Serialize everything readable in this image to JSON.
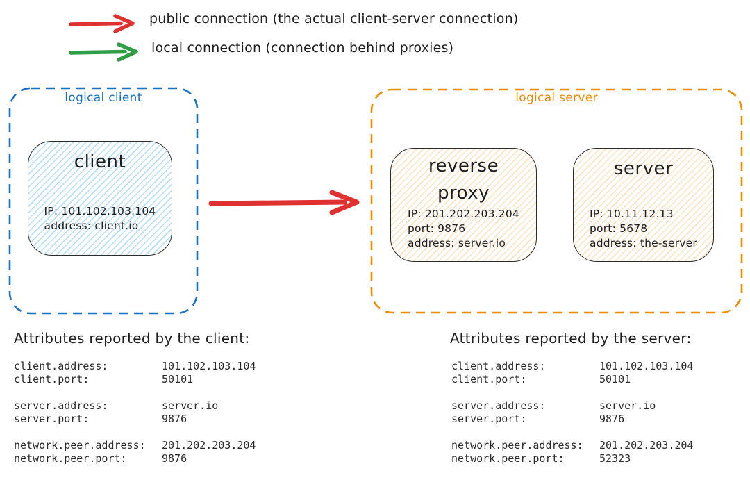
{
  "legend": {
    "items": [
      {
        "icon": "red-arrow-right",
        "color": "#e03131",
        "label": "public connection (the actual client-server connection)"
      },
      {
        "icon": "green-arrow-right",
        "color": "#2f9e44",
        "label": "local connection (connection behind proxies)"
      }
    ]
  },
  "logical_client": {
    "label": "logical client",
    "border_color": "#1971c2",
    "nodes": [
      {
        "title": "client",
        "fill_color": "#a5d8ff",
        "lines": [
          "IP: 101.102.103.104",
          "address: client.io"
        ]
      }
    ]
  },
  "logical_server": {
    "label": "logical server",
    "border_color": "#f08c00",
    "nodes": [
      {
        "title": "reverse\nproxy",
        "fill_color": "#ffd8a8",
        "lines": [
          "IP: 201.202.203.204",
          "port: 9876",
          "address: server.io"
        ]
      },
      {
        "title": "server",
        "fill_color": "#ffd8a8",
        "lines": [
          "IP: 10.11.12.13",
          "port: 5678",
          "address: the-server"
        ]
      }
    ]
  },
  "connection": {
    "type": "public",
    "color": "#e03131",
    "from": "client",
    "to": "logical server"
  },
  "client_attributes": {
    "heading": "Attributes reported by the client:",
    "groups": [
      [
        {
          "key": "client.address:",
          "value": "101.102.103.104"
        },
        {
          "key": "client.port:",
          "value": "50101"
        }
      ],
      [
        {
          "key": "server.address:",
          "value": "server.io"
        },
        {
          "key": "server.port:",
          "value": "9876"
        }
      ],
      [
        {
          "key": "network.peer.address:",
          "value": "201.202.203.204"
        },
        {
          "key": "network.peer.port:",
          "value": "9876"
        }
      ]
    ]
  },
  "server_attributes": {
    "heading": "Attributes reported by the server:",
    "groups": [
      [
        {
          "key": "client.address:",
          "value": "101.102.103.104"
        },
        {
          "key": "client.port:",
          "value": "50101"
        }
      ],
      [
        {
          "key": "server.address:",
          "value": "server.io"
        },
        {
          "key": "server.port:",
          "value": "9876"
        }
      ],
      [
        {
          "key": "network.peer.address:",
          "value": "201.202.203.204"
        },
        {
          "key": "network.peer.port:",
          "value": "52323"
        }
      ]
    ]
  }
}
